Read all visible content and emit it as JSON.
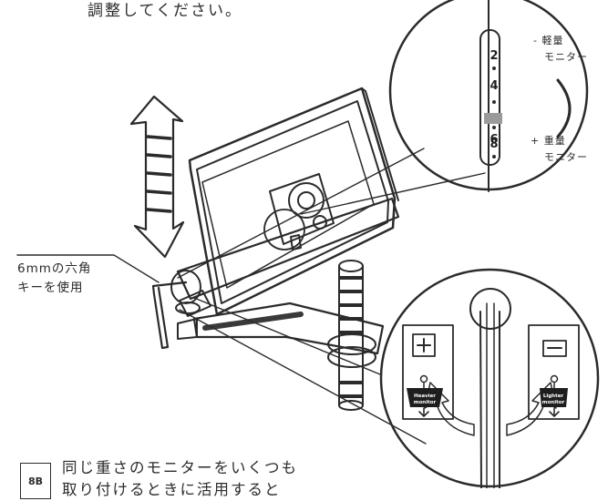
{
  "top_caption": "調整してください。",
  "hex_key_label": [
    "6mmの六角",
    "キーを使用"
  ],
  "zoom_scale": {
    "numbers": [
      "2",
      "4",
      "6",
      "8"
    ],
    "minus_label": [
      "- 軽量",
      "モニター"
    ],
    "plus_label": [
      "+ 重量",
      "モニター"
    ]
  },
  "heavier_card": {
    "text": [
      "Heavier",
      "monitor"
    ]
  },
  "lighter_card": {
    "text": [
      "Lighter",
      "monitor"
    ]
  },
  "step": {
    "number": "8B",
    "text": [
      "同じ重さのモニターをいくつも",
      "取り付けるときに活用すると"
    ]
  }
}
